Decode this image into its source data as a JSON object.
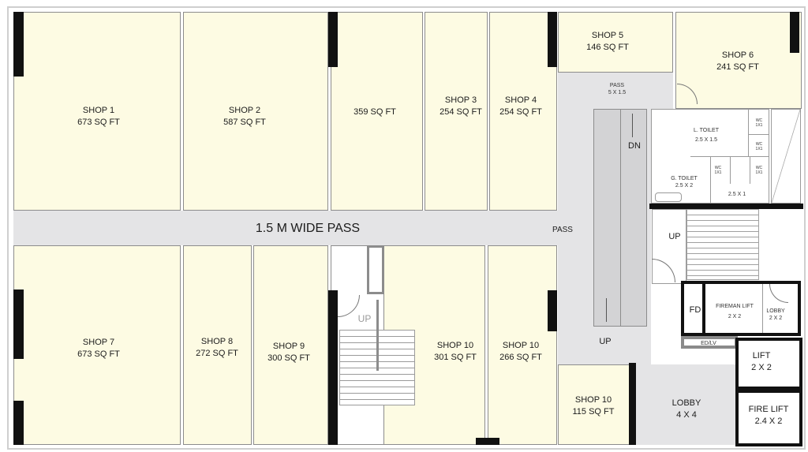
{
  "colors": {
    "shop_fill": "#fdfbe3",
    "pass_fill": "#e4e4e6",
    "wall": "#111111",
    "line": "#8c8c8c"
  },
  "corridor": {
    "label": "1.5 M WIDE PASS",
    "pass_label": "PASS"
  },
  "shops": {
    "shop1": {
      "name": "SHOP 1",
      "area": "673 SQ FT"
    },
    "shop2": {
      "name": "SHOP 2",
      "area": "587 SQ FT"
    },
    "unnamed": {
      "area": "359 SQ FT"
    },
    "shop3": {
      "name": "SHOP 3",
      "area": "254 SQ FT"
    },
    "shop4": {
      "name": "SHOP 4",
      "area": "254 SQ FT"
    },
    "shop5": {
      "name": "SHOP 5",
      "area": "146 SQ FT"
    },
    "shop6": {
      "name": "SHOP 6",
      "area": "241 SQ FT"
    },
    "shop7": {
      "name": "SHOP 7",
      "area": "673 SQ FT"
    },
    "shop8": {
      "name": "SHOP 8",
      "area": "272 SQ FT"
    },
    "shop9": {
      "name": "SHOP 9",
      "area": "300 SQ FT"
    },
    "shop10a": {
      "name": "SHOP 10",
      "area": "301 SQ FT"
    },
    "shop10b": {
      "name": "SHOP 10",
      "area": "266 SQ FT"
    },
    "shop10c": {
      "name": "SHOP 10",
      "area": "115 SQ FT"
    }
  },
  "pass_top": {
    "name": "PASS",
    "size": "5 X 1.5"
  },
  "ladies_toilet": {
    "name": "L. TOILET",
    "size": "2.5 X 1.5"
  },
  "gents_toilet": {
    "name": "G. TOILET",
    "size": "2.5 X 2"
  },
  "wc_size": "2.5 X 1",
  "wc": {
    "label": "WC",
    "size": "1X1"
  },
  "escalator": {
    "dn": "DN",
    "up": "UP"
  },
  "stair_up_label": "UP",
  "stair_left_up_label": "UP",
  "fireman_lift": {
    "name": "FIREMAN LIFT",
    "size": "2 X 2"
  },
  "lift_lobby": {
    "name": "LOBBY",
    "size": "2 X 2"
  },
  "fd_label": "FD",
  "ed_lv_label": "ED/LV",
  "lift": {
    "name": "LIFT",
    "size": "2 X 2"
  },
  "fire_lift": {
    "name": "FIRE LIFT",
    "size": "2.4 X 2"
  },
  "lobby": {
    "name": "LOBBY",
    "size": "4 X 4"
  }
}
